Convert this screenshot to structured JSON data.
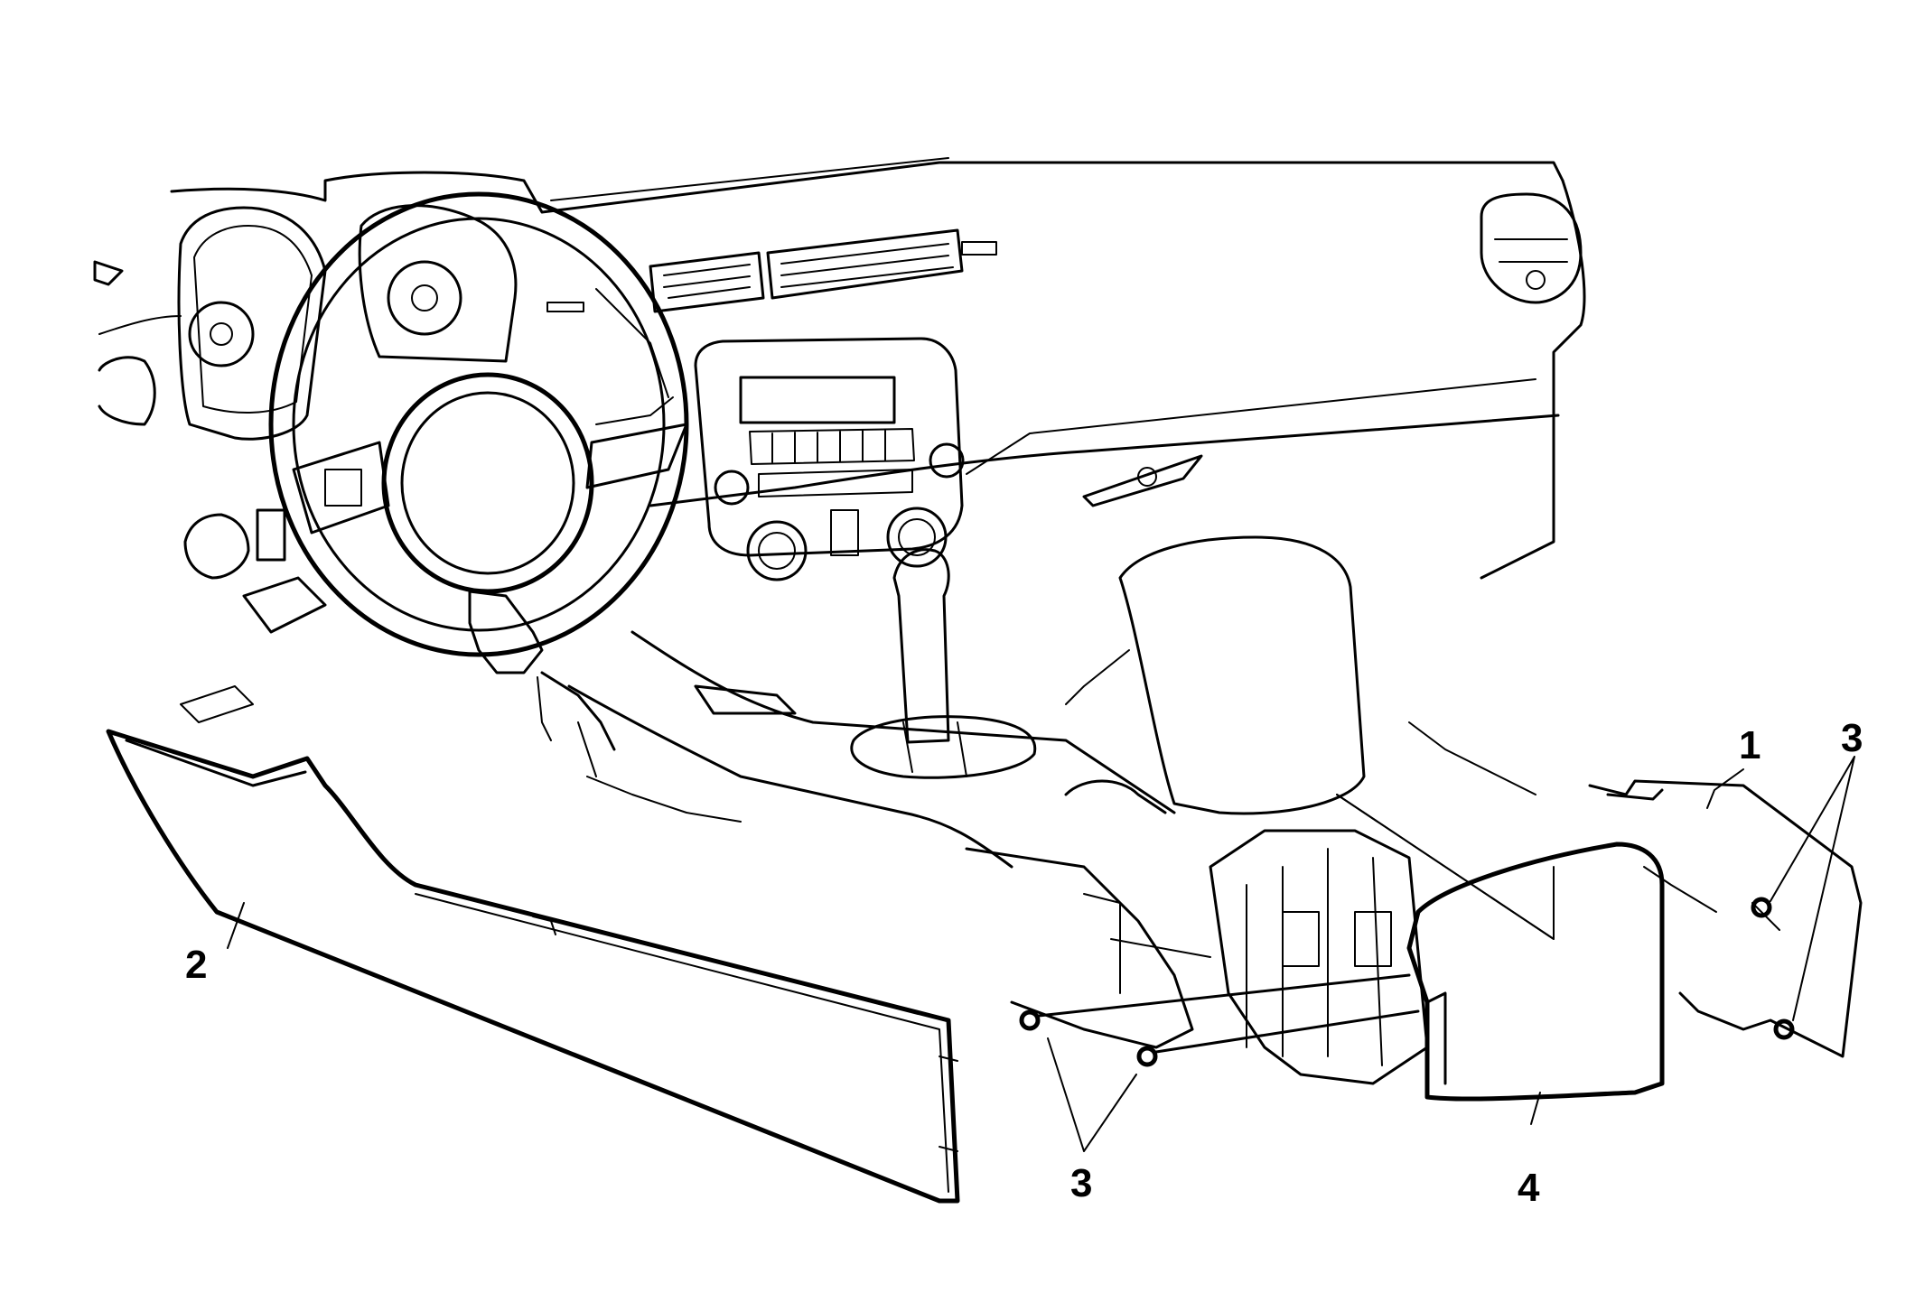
{
  "callouts": {
    "c1": "1",
    "c2": "2",
    "c3a": "3",
    "c3b": "3",
    "c4": "4"
  },
  "colors": {
    "line": "#000000",
    "background": "#ffffff"
  }
}
